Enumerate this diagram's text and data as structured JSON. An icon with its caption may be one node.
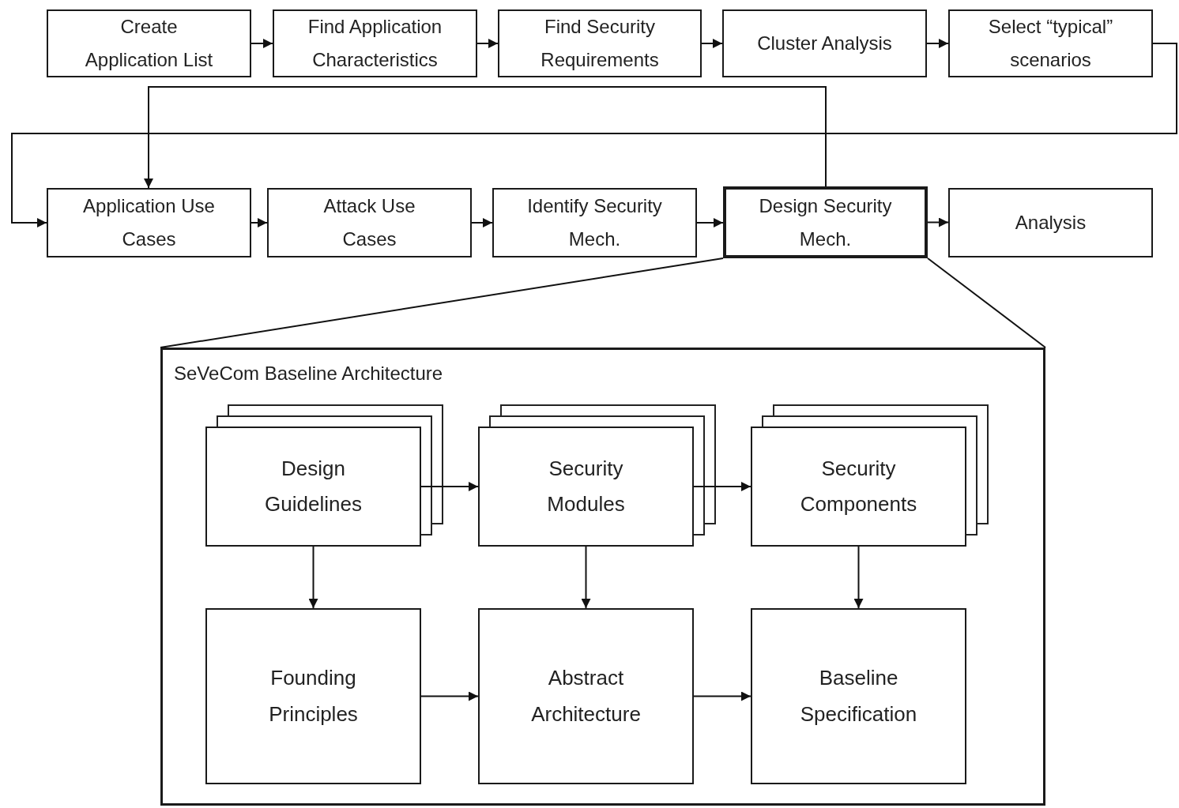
{
  "diagram": {
    "nodes": [
      {
        "text": [
          "Create Application List"
        ]
      },
      {
        "text": [
          "Find Application Characteristics"
        ]
      },
      {
        "text": [
          "Find Security Requirements"
        ]
      },
      {
        "text": [
          "Cluster Analysis"
        ]
      },
      {
        "text": [
          "Select “typical” scenarios"
        ]
      },
      {
        "text": [
          "Application Use Cases"
        ]
      },
      {
        "text": [
          "Attack Use Cases"
        ]
      },
      {
        "text": [
          "Identify Security Mech."
        ]
      },
      {
        "text": [
          "Design Security Mech."
        ]
      },
      {
        "text": [
          "Analysis"
        ]
      },
      {
        "text": [
          "SeVeCom Baseline Architecture"
        ]
      },
      {
        "text": [
          "Design Guidelines"
        ],
        "in": 10
      },
      {
        "text": [
          "Security Modules"
        ],
        "in": 10
      },
      {
        "text": [
          "Security Components"
        ],
        "in": 10
      },
      {
        "text": [
          "Founding Principles"
        ],
        "in": 10
      },
      {
        "text": [
          "Abstract Architecture"
        ],
        "in": 10
      },
      {
        "text": [
          "Baseline Specification"
        ],
        "in": 10
      }
    ],
    "edges": [
      {
        "from": 0,
        "to": 1,
        "arrow": "to"
      },
      {
        "from": 1,
        "to": 2,
        "arrow": "to"
      },
      {
        "from": 2,
        "to": 3,
        "arrow": "to"
      },
      {
        "from": 3,
        "to": 4,
        "arrow": "to"
      },
      {
        "from": 4,
        "to": 5,
        "arrow": "to"
      },
      {
        "from": 8,
        "to": 5,
        "arrow": "to"
      },
      {
        "from": 5,
        "to": 6,
        "arrow": "to"
      },
      {
        "from": 6,
        "to": 7,
        "arrow": "to"
      },
      {
        "from": 7,
        "to": 8,
        "arrow": "to"
      },
      {
        "from": 8,
        "to": 9,
        "arrow": "to"
      },
      {
        "from": 8,
        "to": 10,
        "arrow": "none"
      },
      {
        "from": 8,
        "to": 10,
        "arrow": "none"
      },
      {
        "from": 11,
        "to": 12,
        "arrow": "to"
      },
      {
        "from": 12,
        "to": 13,
        "arrow": "to"
      },
      {
        "from": 11,
        "to": 14,
        "arrow": "to"
      },
      {
        "from": 12,
        "to": 15,
        "arrow": "to"
      },
      {
        "from": 13,
        "to": 16,
        "arrow": "to"
      },
      {
        "from": 14,
        "to": 15,
        "arrow": "to"
      },
      {
        "from": 15,
        "to": 16,
        "arrow": "to"
      }
    ]
  }
}
